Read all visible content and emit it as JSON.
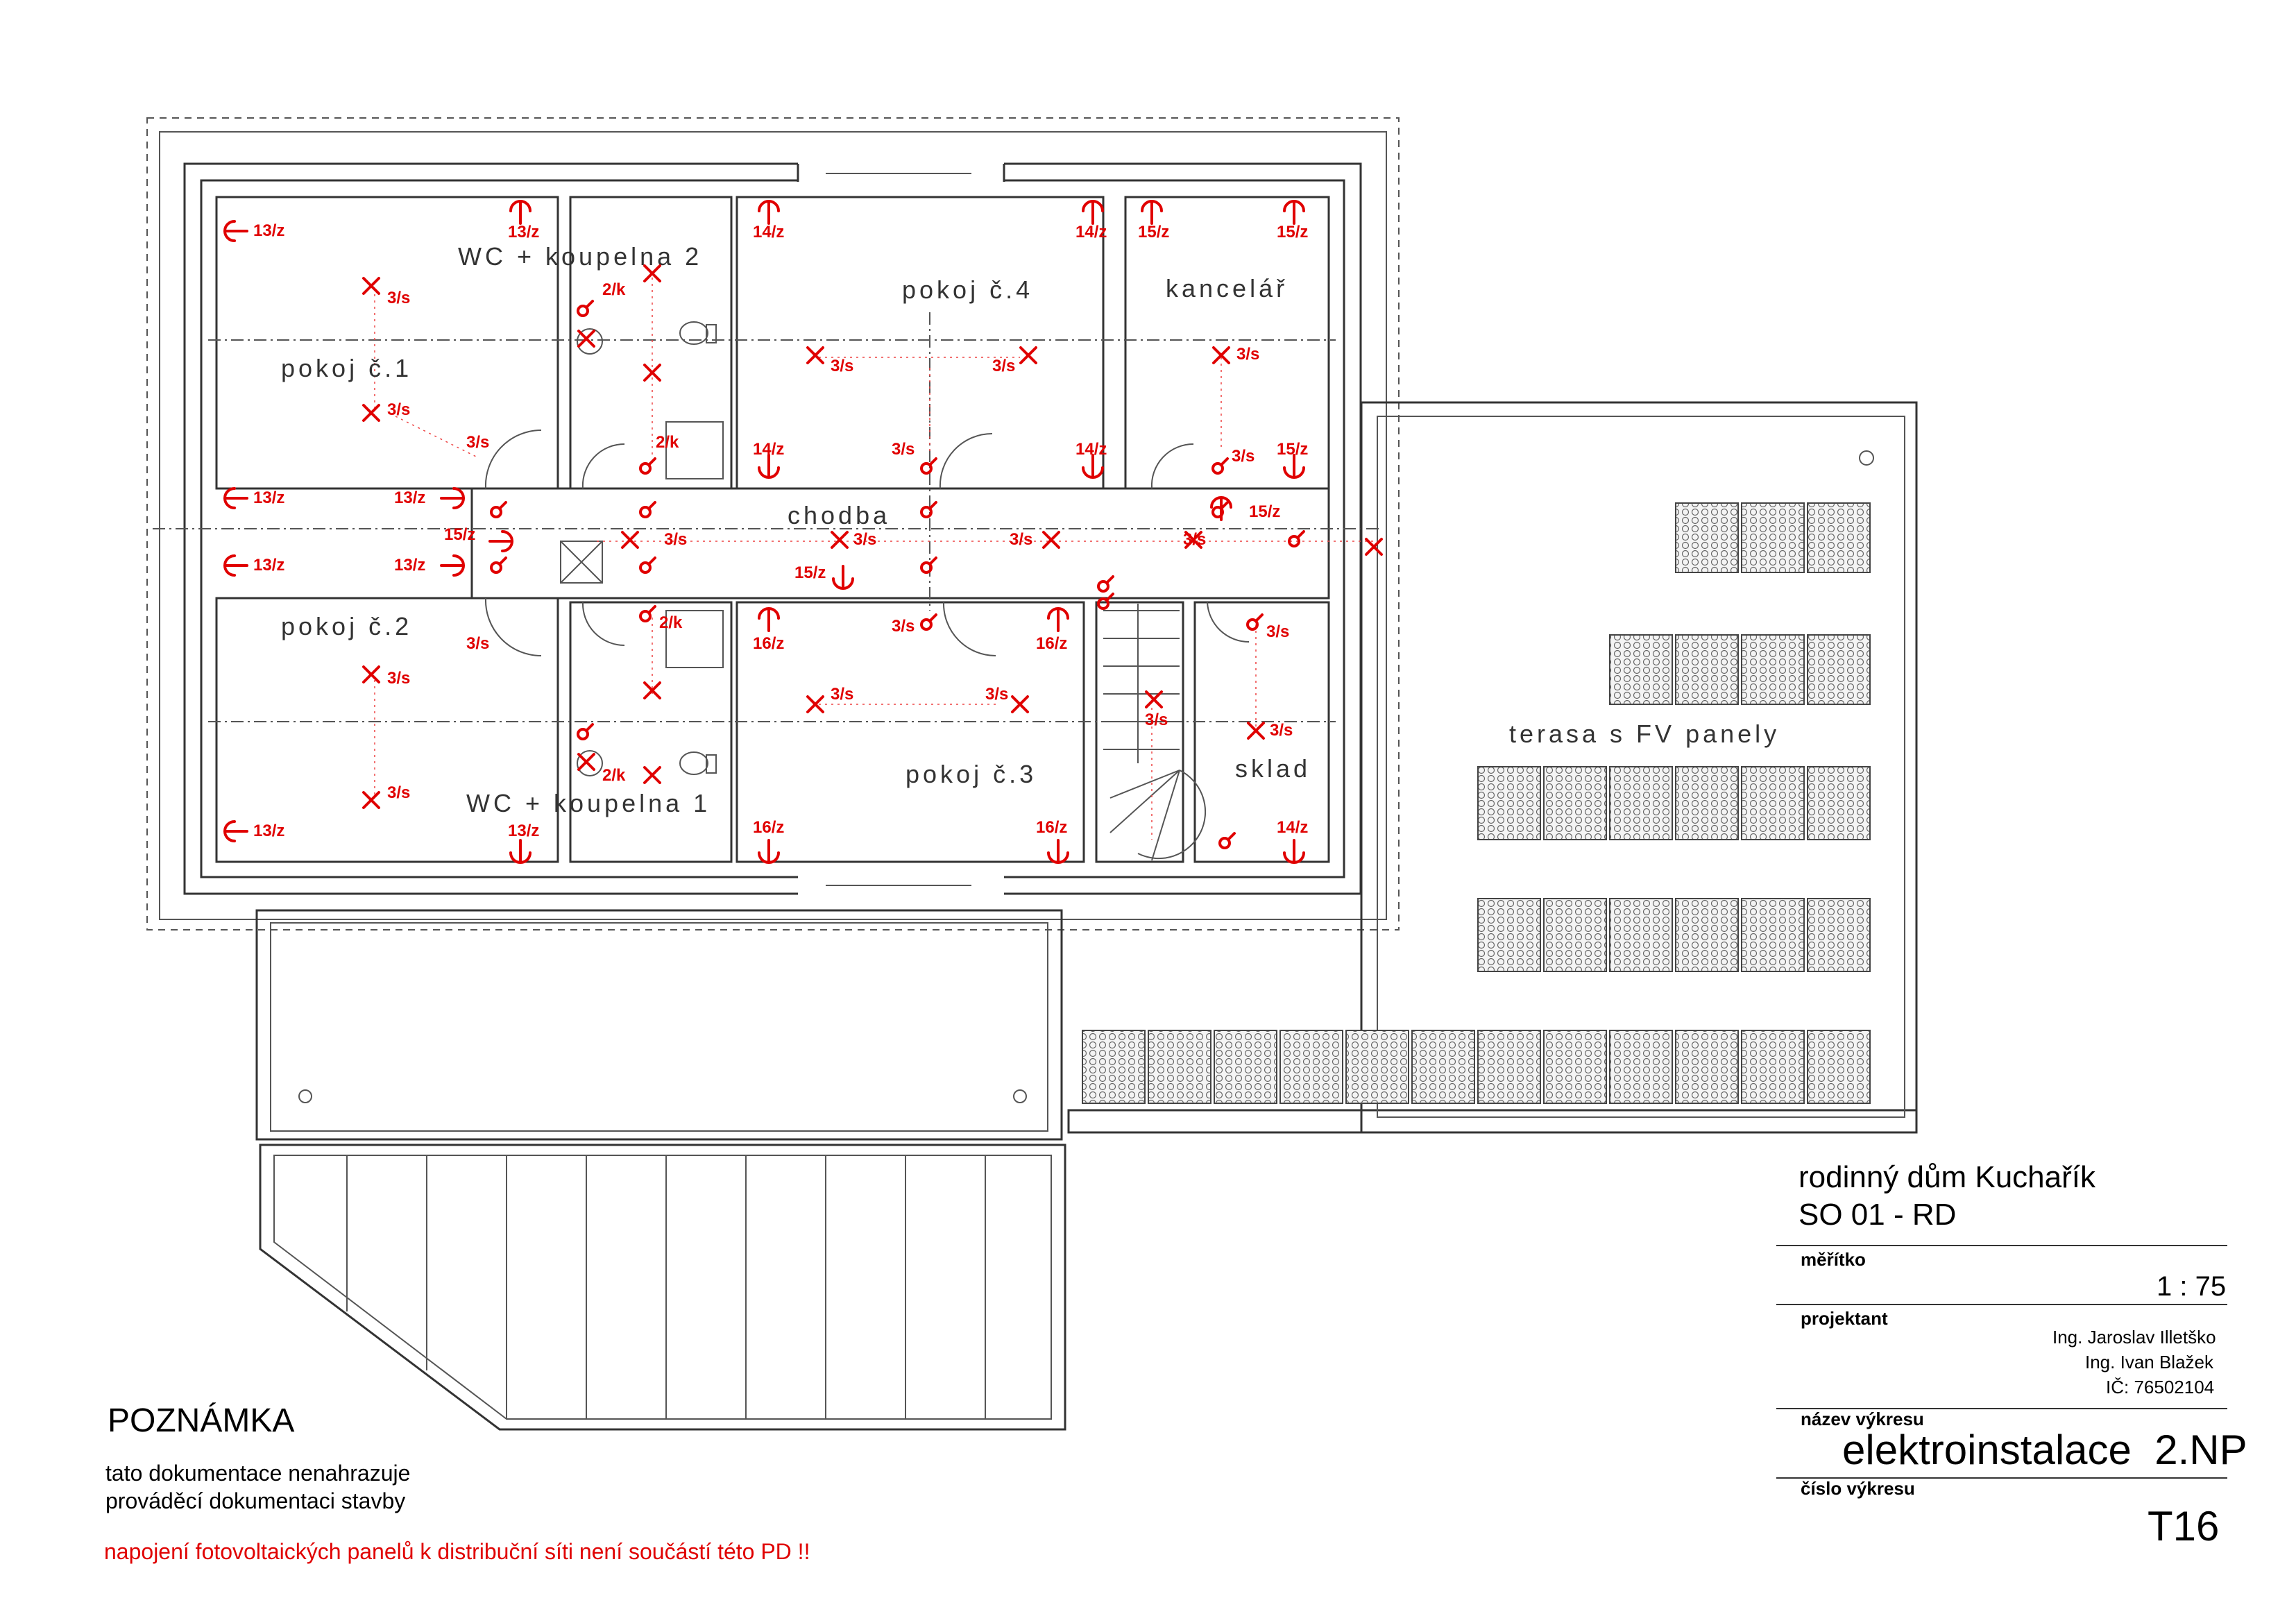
{
  "rooms": {
    "wc2": "WC + koupelna 2",
    "pokoj1": "pokoj č.1",
    "pokoj4": "pokoj č.4",
    "kancelar": "kancelář",
    "chodba": "chodba",
    "pokoj2": "pokoj č.2",
    "pokoj3": "pokoj č.3",
    "wc1": "WC + koupelna 1",
    "sklad": "sklad",
    "terasa": "terasa s FV panely"
  },
  "circuits": {
    "c13z": "13/z",
    "c14z": "14/z",
    "c15z": "15/z",
    "c16z": "16/z",
    "c15": "15/z",
    "c3s": "3/s",
    "c2k": "2/k",
    "c15s": "15/z"
  },
  "title_block": {
    "project": "rodinný dům Kuchařík",
    "object": "SO 01 - RD",
    "scale_label": "měřítko",
    "scale": "1 : 75",
    "designer_label": "projektant",
    "designer1": "Ing. Jaroslav Illetško",
    "designer2": "Ing. Ivan Blažek",
    "ic": "IČ: 76502104",
    "drawing_name_label": "název výkresu",
    "drawing_name": "elektroinstalace  2.NP",
    "drawing_no_label": "číslo výkresu",
    "drawing_no": "T16"
  },
  "note": {
    "heading": "POZNÁMKA",
    "line1": "tato dokumentace nenahrazuje",
    "line2": "prováděcí dokumentaci stavby",
    "warning": "napojení fotovoltaických panelů k distribuční síti není součástí této PD !!"
  },
  "colors": {
    "electrical": "#e00000",
    "lines": "#333333"
  }
}
